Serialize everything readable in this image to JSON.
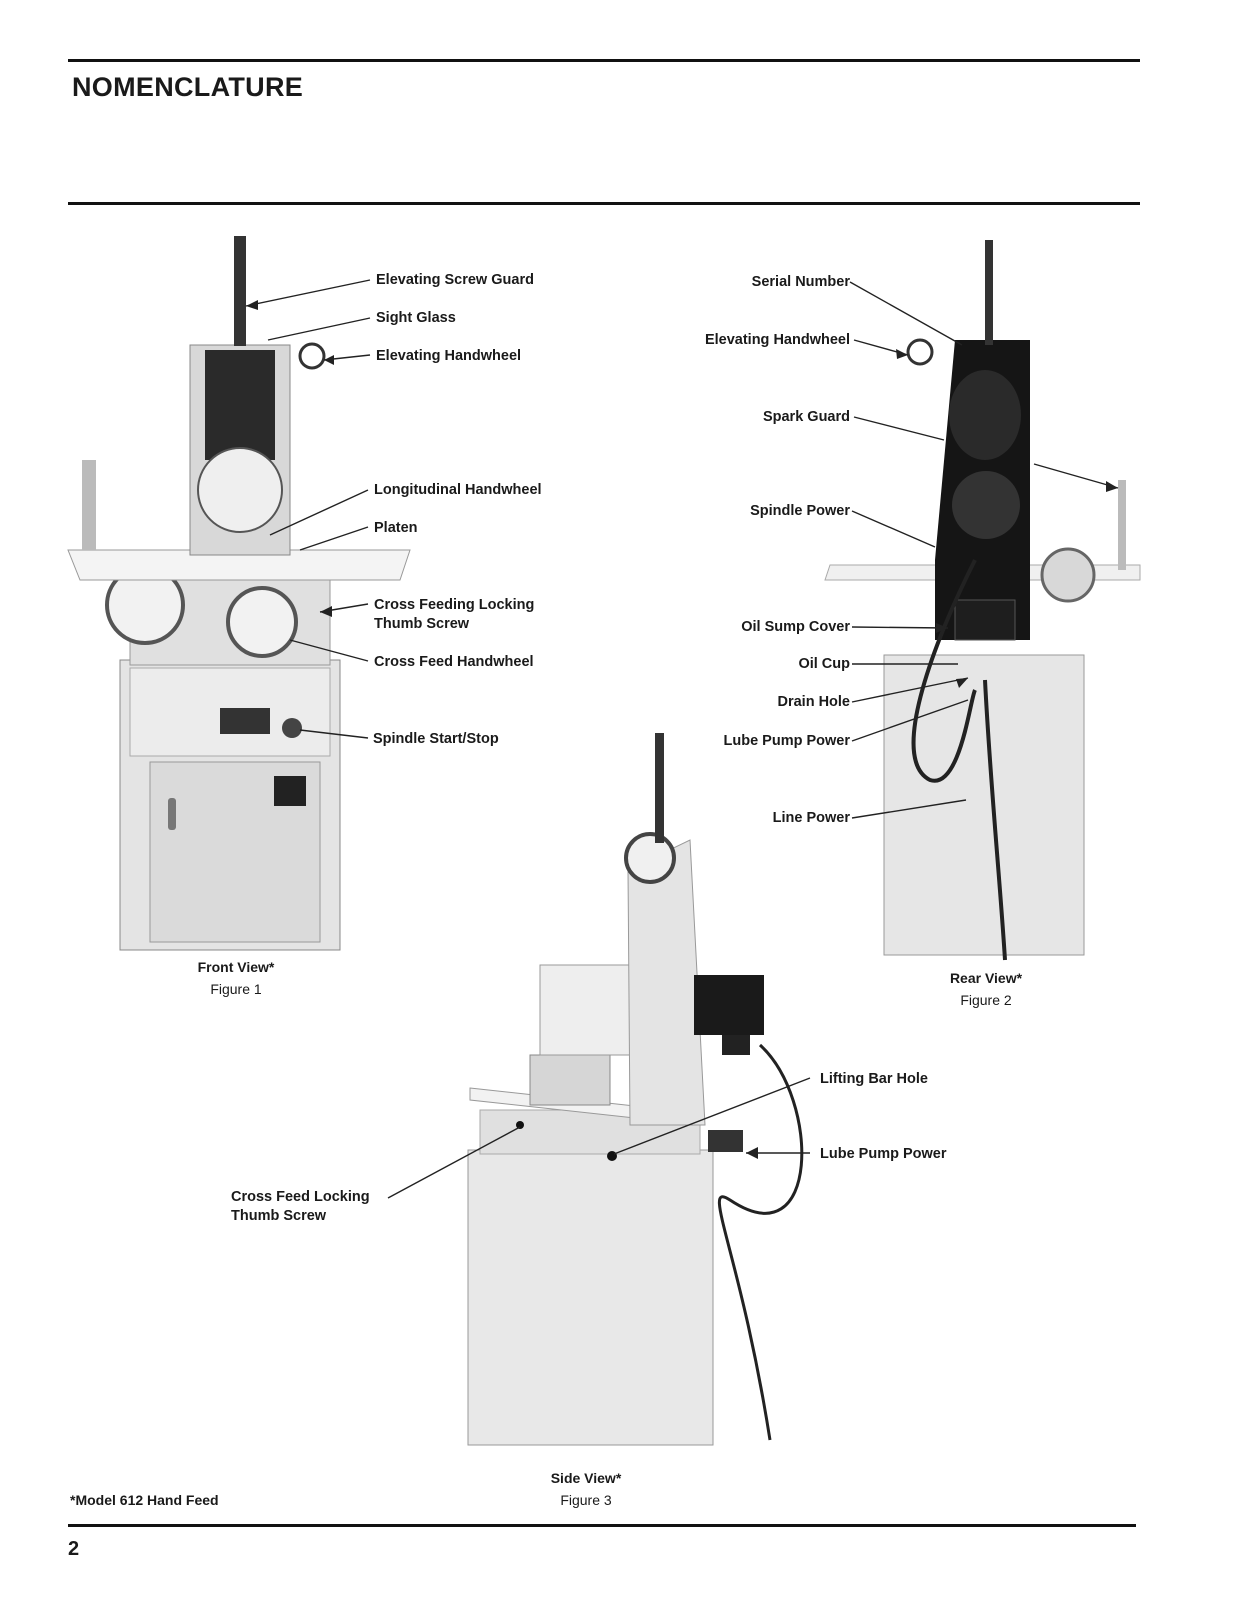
{
  "page": {
    "title": "NOMENCLATURE",
    "page_number": "2",
    "footnote": "*Model 612 Hand Feed"
  },
  "figure1": {
    "view": "Front View*",
    "figure": "Figure 1",
    "labels": {
      "elevating_screw_guard": "Elevating Screw Guard",
      "sight_glass": "Sight Glass",
      "elevating_handwheel": "Elevating Handwheel",
      "longitudinal_handwheel": "Longitudinal Handwheel",
      "platen": "Platen",
      "cross_feeding_locking_line1": "Cross Feeding Locking",
      "cross_feeding_locking_line2": "Thumb Screw",
      "cross_feed_handwheel": "Cross Feed Handwheel",
      "spindle_start_stop": "Spindle Start/Stop"
    }
  },
  "figure2": {
    "view": "Rear View*",
    "figure": "Figure 2",
    "labels": {
      "serial_number": "Serial Number",
      "elevating_handwheel": "Elevating Handwheel",
      "spark_guard": "Spark Guard",
      "spindle_power": "Spindle Power",
      "oil_sump_cover": "Oil Sump Cover",
      "oil_cup": "Oil Cup",
      "drain_hole": "Drain Hole",
      "lube_pump_power": "Lube Pump Power",
      "line_power": "Line Power"
    }
  },
  "figure3": {
    "view": "Side View*",
    "figure": "Figure 3",
    "labels": {
      "lifting_bar_hole": "Lifting Bar Hole",
      "lube_pump_power": "Lube Pump Power",
      "cross_feed_locking_line1": "Cross Feed Locking",
      "cross_feed_locking_line2": "Thumb Screw"
    }
  }
}
